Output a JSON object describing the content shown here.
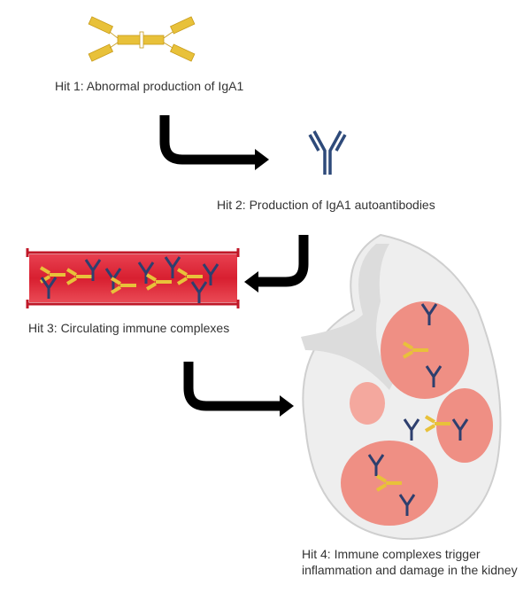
{
  "steps": [
    {
      "label": "Hit 1: Abnormal production of IgA1"
    },
    {
      "label": "Hit 2: Production of IgA1 autoantibodies"
    },
    {
      "label": "Hit 3: Circulating immune complexes"
    },
    {
      "label_line1": "Hit 4: Immune complexes trigger",
      "label_line2": "inflammation and damage in the kidney"
    }
  ],
  "colors": {
    "iga1": "#e8c13a",
    "autoantibody": "#2e3f6e",
    "vessel": "#e0293a",
    "kidney": "#ef8f84",
    "arrow": "#000000"
  }
}
